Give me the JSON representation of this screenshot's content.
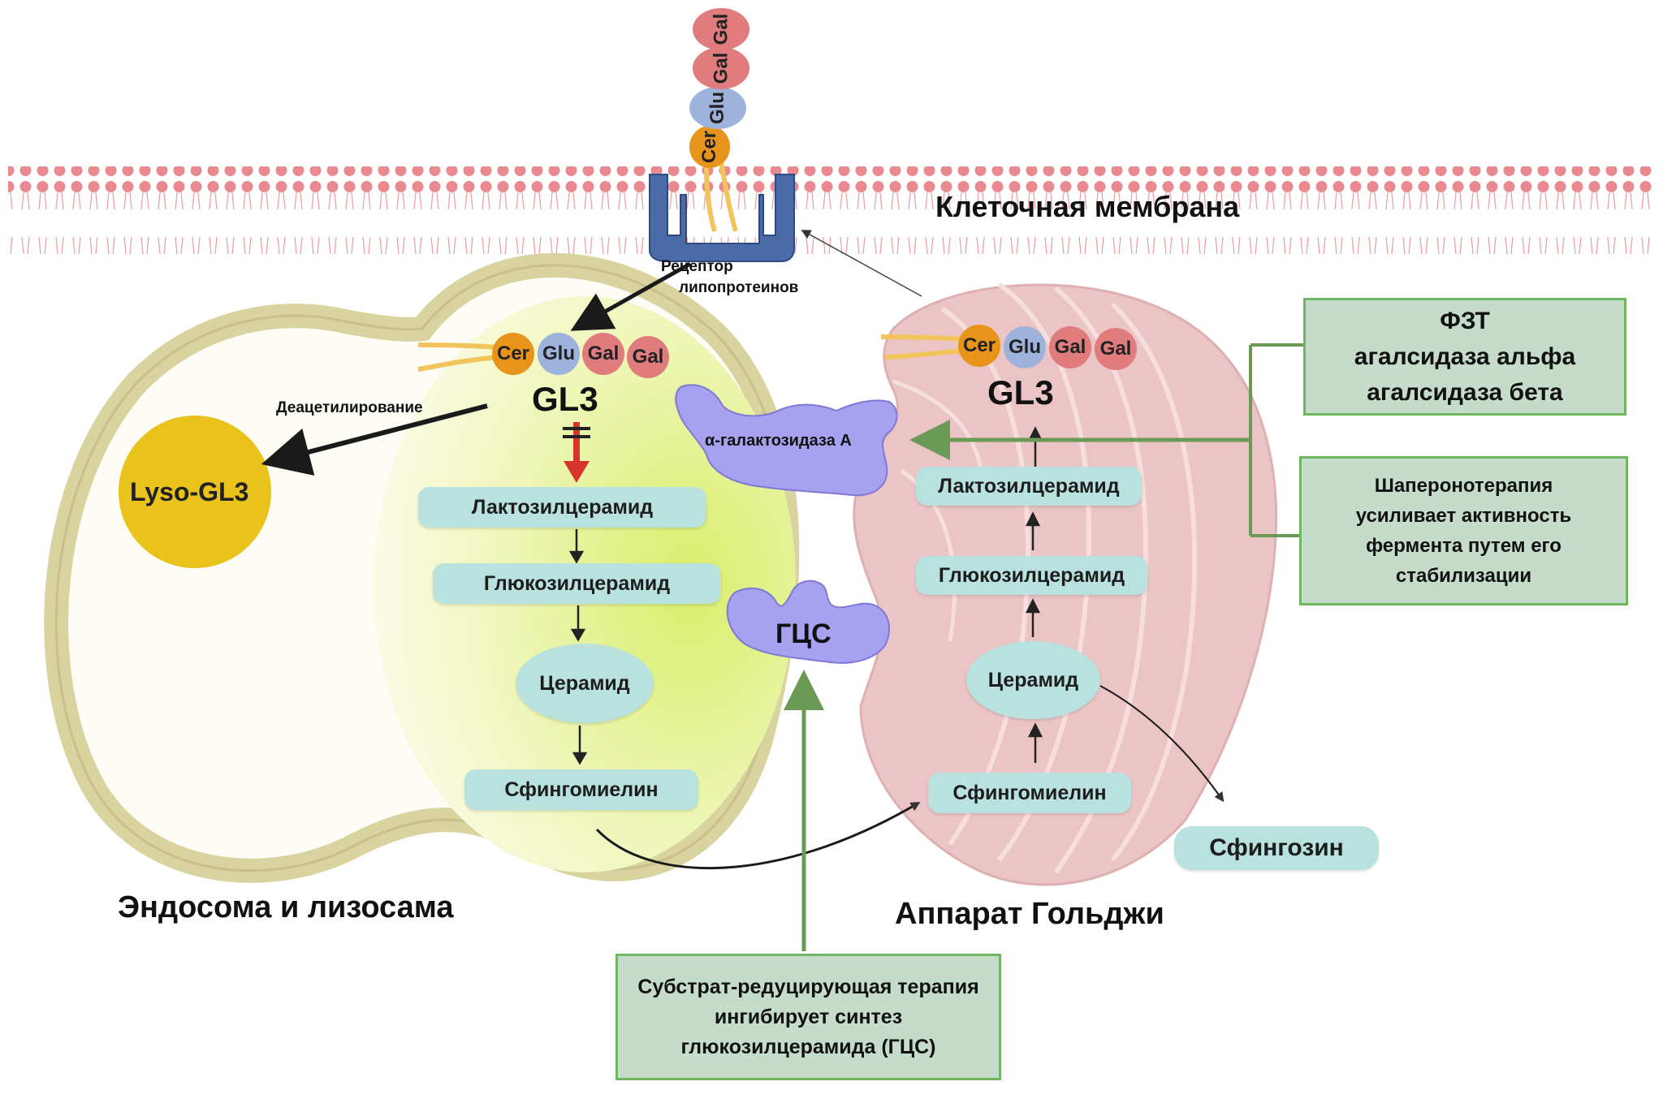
{
  "labels": {
    "cell_membrane": "Клеточная мембрана",
    "receptor_line1": "Рецептор",
    "receptor_line2": "липопротеинов",
    "endosome": "Эндосома и лизосама",
    "golgi": "Аппарат Гольджи",
    "deacetylation": "Деацетилирование",
    "lyso_gl3": "Lyso-GL3",
    "gl3_left": "GL3",
    "gl3_right": "GL3",
    "alpha_gal": "α-галактозидаза А",
    "gcs": "ГЦС",
    "sphingosine": "Сфингозин"
  },
  "sugars": {
    "cer": "Cer",
    "glu": "Glu",
    "gal": "Gal"
  },
  "left_pathway": [
    "Лактозилцерамид",
    "Глюкозилцерамид",
    "Церамид",
    "Сфингомиелин"
  ],
  "right_pathway": [
    "Лактозилцерамид",
    "Глюкозилцерамид",
    "Церамид",
    "Сфингомиелин"
  ],
  "therapy_boxes": {
    "ert": [
      "ФЗТ",
      "агалсидаза альфа",
      "агалсидаза бета"
    ],
    "chaperone": [
      "Шаперонотерапия",
      "усиливает активность",
      "фермента путем его",
      "стабилизации"
    ],
    "srt": [
      "Субстрат-редуцирующая терапия",
      "ингибирует синтез",
      "глюкозилцерамида (ГЦС)"
    ]
  },
  "colors": {
    "membrane_head": "#e88a8f",
    "endosome_ring": "#d9d3a0",
    "golgi": "#ebc4c5",
    "pill": "#b9e2df",
    "therapy_box": "#c5dccb",
    "therapy_border": "#6fb65f",
    "enzyme": "#a7a2ef",
    "lyso": "#e9c21c",
    "receptor": "#4a6aa8"
  }
}
